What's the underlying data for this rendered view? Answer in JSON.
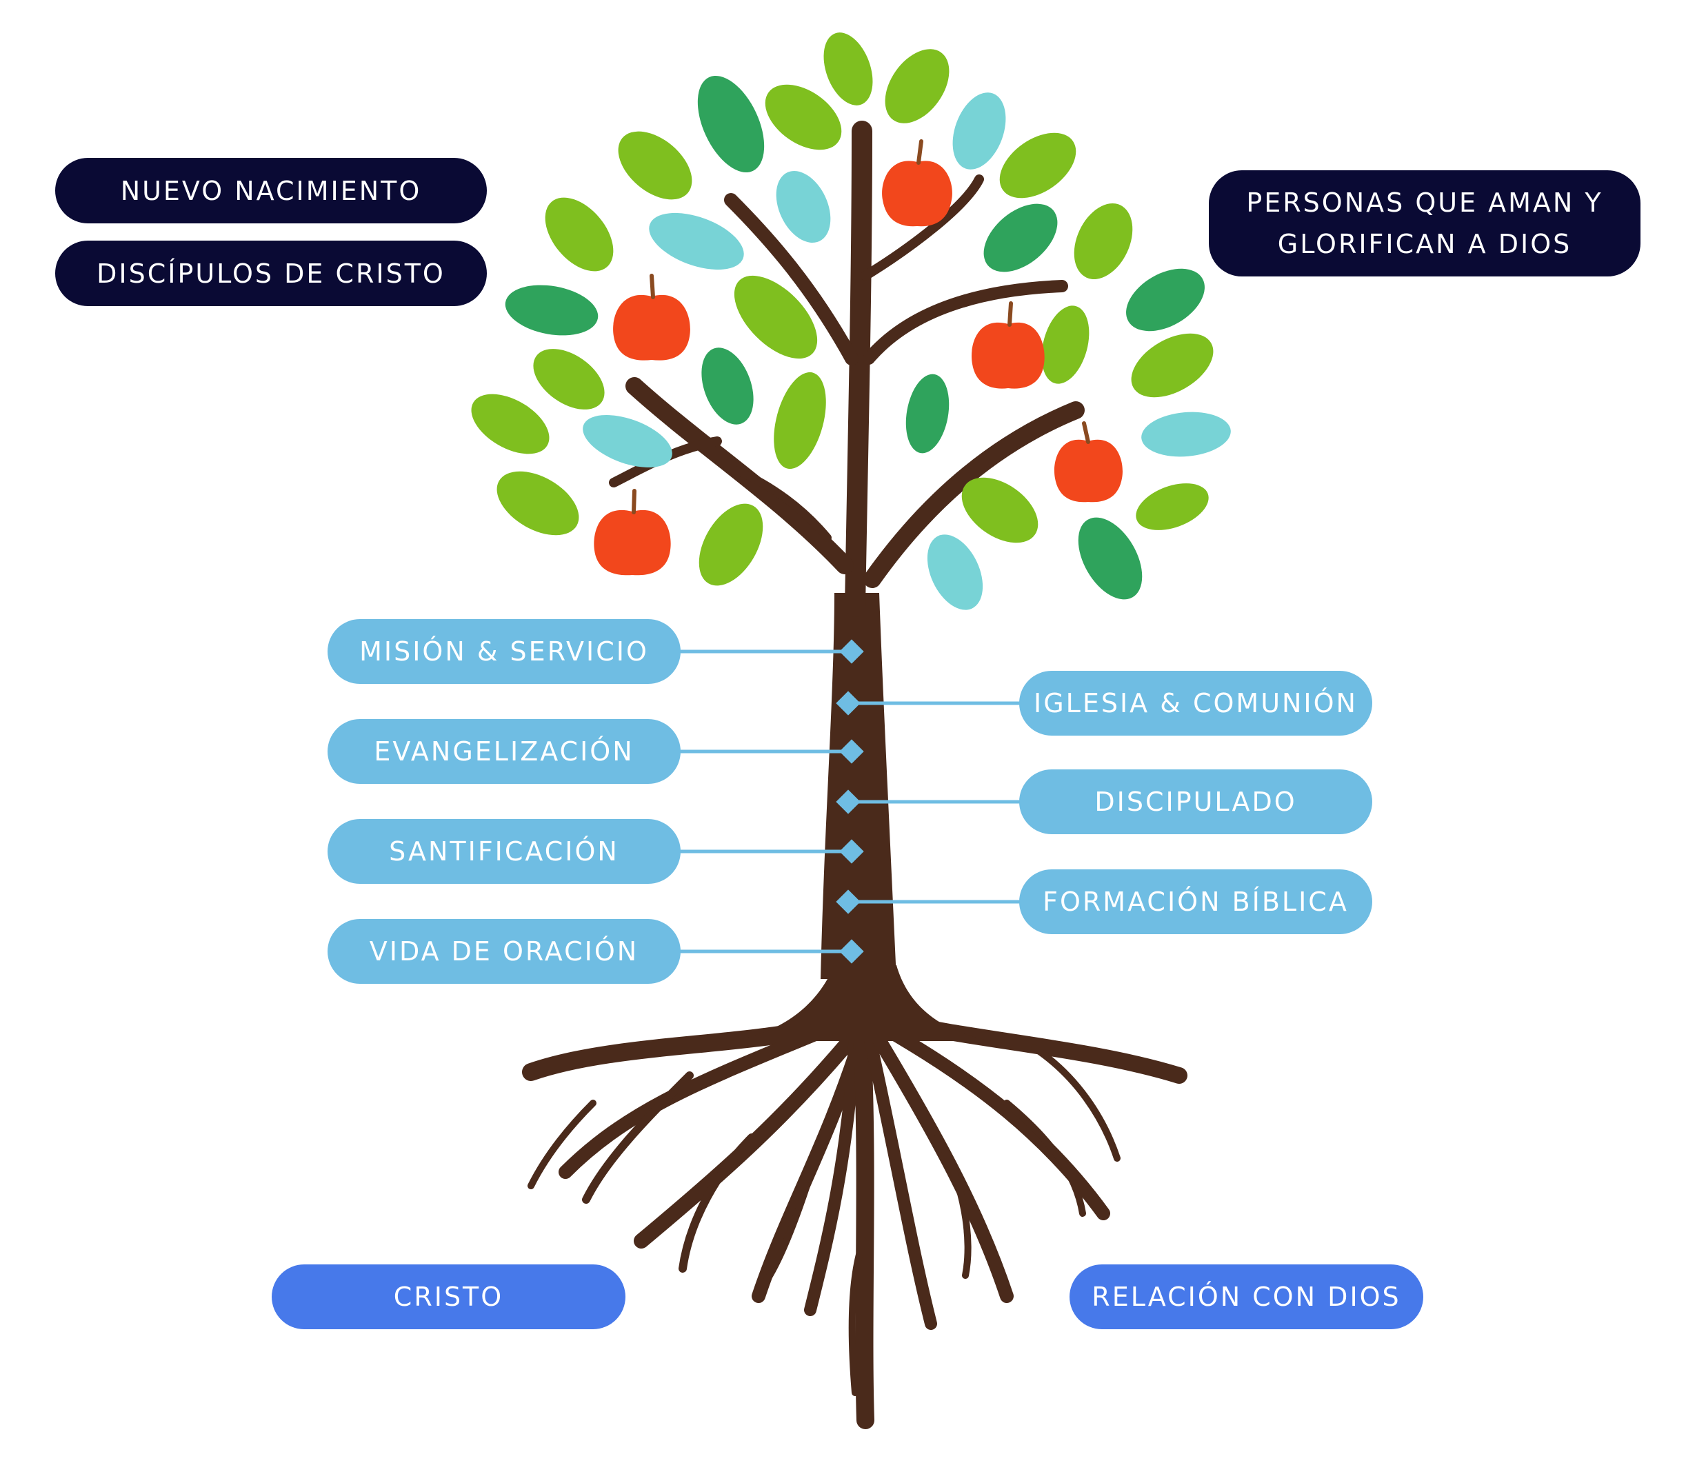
{
  "top_left": [
    "NUEVO NACIMIENTO",
    "DISCÍPULOS DE CRISTO"
  ],
  "top_right": {
    "line1": "PERSONAS QUE AMAN Y",
    "line2": "GLORIFICAN A DIOS"
  },
  "trunk_left": [
    "MISIÓN & SERVICIO",
    "EVANGELIZACIÓN",
    "SANTIFICACIÓN",
    "VIDA DE ORACIÓN"
  ],
  "trunk_right": [
    "IGLESIA & COMUNIÓN",
    "DISCIPULADO",
    "FORMACIÓN BÍBLICA"
  ],
  "roots": {
    "left": "CRISTO",
    "right": "RELACIÓN CON DIOS"
  },
  "colors": {
    "navy": "#0a0a34",
    "light_blue": "#6fbde3",
    "root_blue": "#4779ea",
    "trunk": "#4a2a1b",
    "leaf_green": "#7fbf1f",
    "leaf_dark": "#2fa35c",
    "leaf_teal": "#78d3d6",
    "apple": "#f2471c"
  }
}
